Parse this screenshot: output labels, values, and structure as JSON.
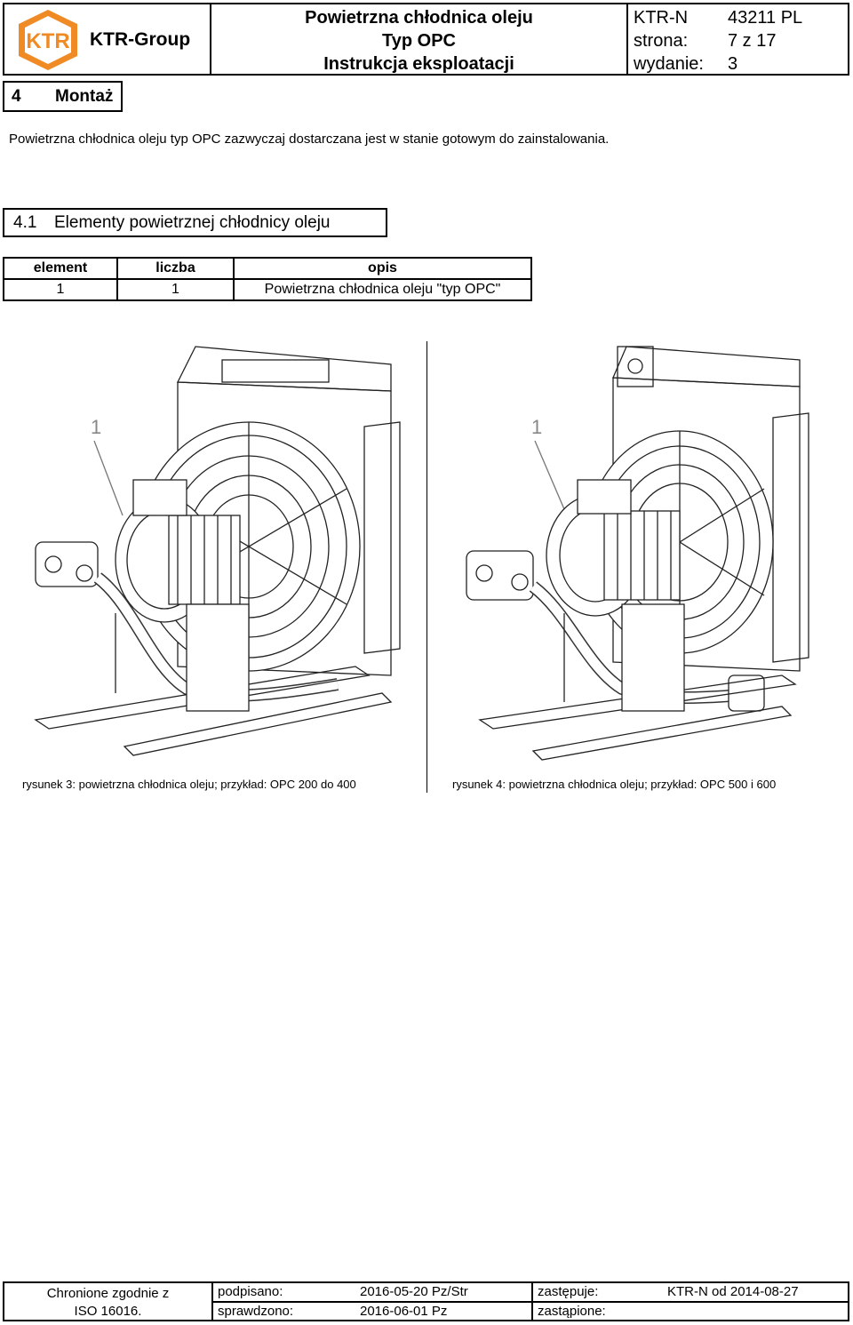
{
  "header": {
    "company": "KTR-Group",
    "logo_text": "KTR",
    "title_line1": "Powietrzna chłodnica oleju",
    "title_line2": "Typ OPC",
    "title_line3": "Instrukcja eksploatacji",
    "doc_label": "KTR-N",
    "doc_number": "43211 PL",
    "page_label": "strona:",
    "page_value": "7 z 17",
    "edition_label": "wydanie:",
    "edition_value": "3",
    "colors": {
      "logo_orange": "#f08a24"
    }
  },
  "section4": {
    "number": "4",
    "title": "Montaż"
  },
  "intro": "Powietrzna chłodnica oleju typ OPC zazwyczaj dostarczana jest w stanie gotowym do zainstalowania.",
  "section41": {
    "number": "4.1",
    "title": "Elementy powietrznej chłodnicy oleju"
  },
  "elements_table": {
    "headers": [
      "element",
      "liczba",
      "opis"
    ],
    "rows": [
      [
        "1",
        "1",
        "Powietrzna chłodnica oleju \"typ OPC\""
      ]
    ]
  },
  "figures": [
    {
      "callout": "1",
      "caption": "rysunek 3: powietrzna chłodnica oleju; przykład: OPC 200 do 400"
    },
    {
      "callout": "1",
      "caption": "rysunek 4: powietrzna chłodnica oleju; przykład: OPC 500 i 600"
    }
  ],
  "footer": {
    "protection_line1": "Chronione zgodnie z",
    "protection_line2": "ISO 16016.",
    "signed_label": "podpisano:",
    "signed_value": "2016-05-20 Pz/Str",
    "checked_label": "sprawdzono:",
    "checked_value": "2016-06-01 Pz",
    "replaces_label": "zastępuje:",
    "replaces_value": "KTR-N od 2014-08-27",
    "replaced_by_label": "zastąpione:",
    "replaced_by_value": ""
  }
}
